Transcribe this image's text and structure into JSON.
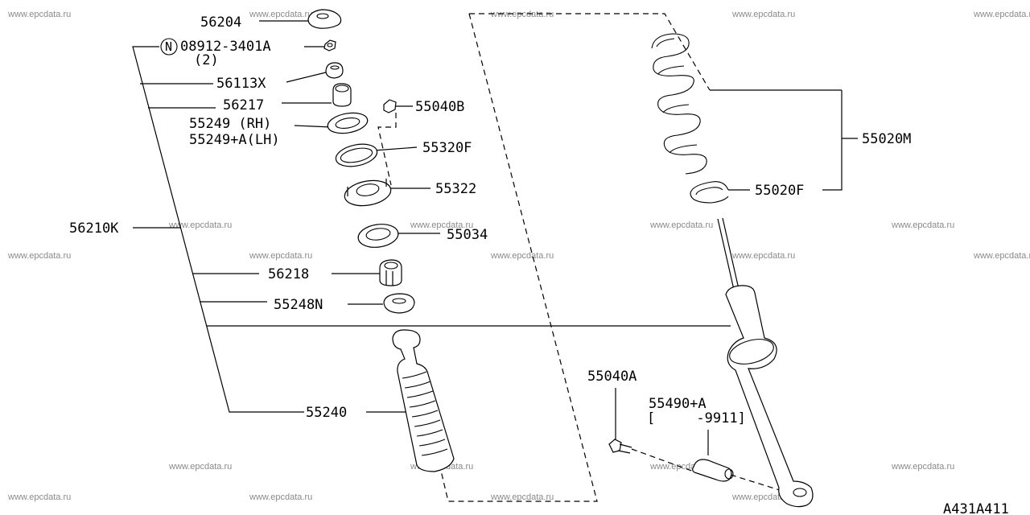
{
  "watermark": "www.epcdata.ru",
  "diagram_code": "A431A411",
  "note_symbol": "N",
  "labels": {
    "p56204": "56204",
    "p08912": "08912-3401A",
    "p08912_qty": "(2)",
    "p56113x": "56113X",
    "p56217": "56217",
    "p55249": "55249 (RH)",
    "p55249a": "55249+A(LH)",
    "p55040b": "55040B",
    "p55320f": "55320F",
    "p55322": "55322",
    "p56210k": "56210K",
    "p55034": "55034",
    "p56218": "56218",
    "p55248n": "55248N",
    "p55240": "55240",
    "p55020m": "55020M",
    "p55020f": "55020F",
    "p55040a": "55040A",
    "p55490a": "55490+A",
    "p55490a_range": "[     -9911]"
  }
}
